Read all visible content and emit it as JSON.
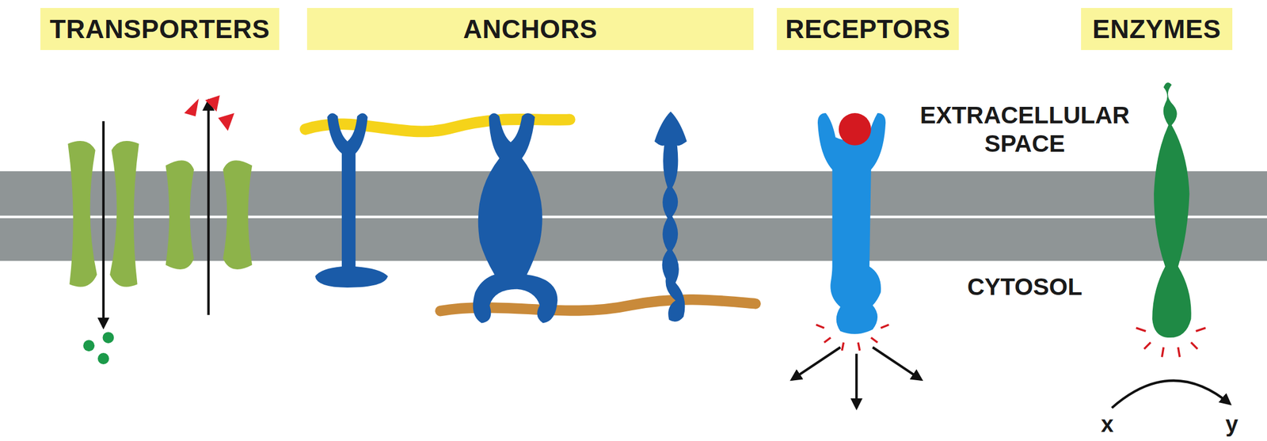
{
  "diagram": {
    "nodes": [
      {
        "text": [
          "TRANSPORTERS"
        ]
      },
      {
        "text": [
          "ANCHORS"
        ]
      },
      {
        "text": [
          "RECEPTORS"
        ]
      },
      {
        "text": [
          "ENZYMES"
        ]
      }
    ],
    "labels": [
      "EXTRACELLULAR SPACE",
      "CYTOSOL",
      "x",
      "y"
    ]
  }
}
